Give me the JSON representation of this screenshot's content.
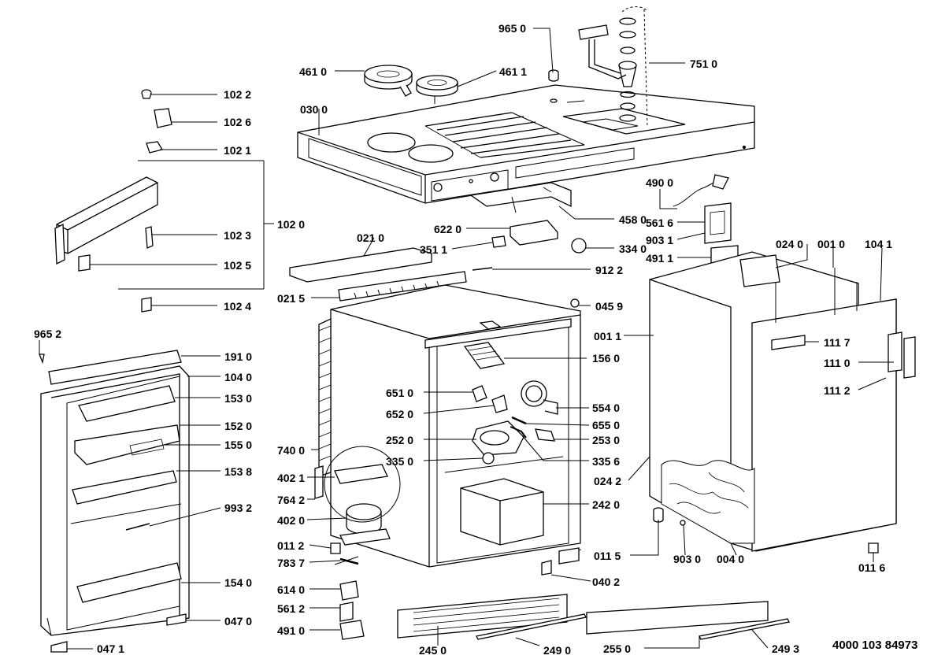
{
  "document_number": "4000 103 84973",
  "labels": {
    "p9650": "965 0",
    "p4610": "461 0",
    "p4611": "461 1",
    "p7510": "751 0",
    "p0300": "030 0",
    "p1022": "102 2",
    "p1026": "102 6",
    "p1021": "102 1",
    "p1020": "102 0",
    "p1023": "102 3",
    "p1025": "102 5",
    "p1024": "102 4",
    "p4900": "490 0",
    "p5616": "561 6",
    "p9031": "903 1",
    "p4911": "491 1",
    "p4580": "458 0",
    "p6220": "622 0",
    "p3340": "334 0",
    "p3511": "351 1",
    "p0210": "021 0",
    "p0215": "021 5",
    "p9122": "912 2",
    "p0459": "045 9",
    "p0240": "024 0",
    "p0010": "001 0",
    "p1041": "104 1",
    "p0011": "001 1",
    "p1117": "111 7",
    "p1110": "111 0",
    "p1112": "111 2",
    "p9652": "965 2",
    "p1910": "191 0",
    "p1040": "104 0",
    "p1530": "153 0",
    "p1520": "152 0",
    "p1550": "155 0",
    "p1538": "153 8",
    "p9932": "993 2",
    "p1540": "154 0",
    "p0470": "047 0",
    "p0471": "047 1",
    "p1560": "156 0",
    "p6510": "651 0",
    "p5540": "554 0",
    "p6520": "652 0",
    "p6550": "655 0",
    "p2520": "252 0",
    "p2530": "253 0",
    "p7400": "740 0",
    "p3350": "335 0",
    "p3356": "335 6",
    "p0242": "024 2",
    "p4021": "402 1",
    "p7642": "764 2",
    "p2420": "242 0",
    "p4020": "402 0",
    "p0112": "011 2",
    "p7837": "783 7",
    "p0115": "011 5",
    "p9030": "903 0",
    "p0040": "004 0",
    "p0116": "011 6",
    "p0402": "040 2",
    "p6140": "614 0",
    "p5612": "561 2",
    "p4910": "491 0",
    "p2450": "245 0",
    "p2490": "249 0",
    "p2550": "255 0",
    "p2493": "249 3"
  }
}
